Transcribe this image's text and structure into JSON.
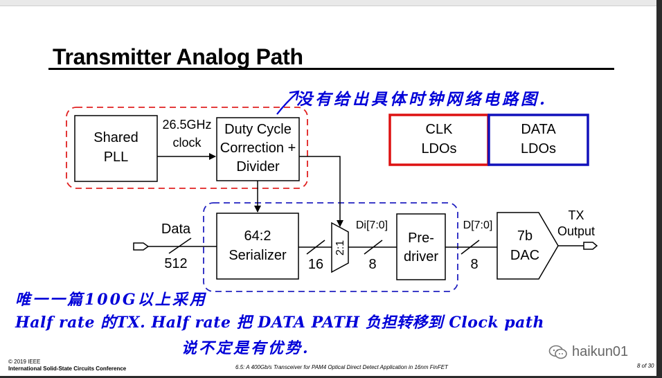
{
  "slide": {
    "title": "Transmitter Analog Path",
    "page": "8 of 30"
  },
  "blocks": {
    "pll_line1": "Shared",
    "pll_line2": "PLL",
    "freq_line1": "26.5GHz",
    "freq_line2": "clock",
    "dcc_line1": "Duty Cycle",
    "dcc_line2": "Correction +",
    "dcc_line3": "Divider",
    "clk_ldo_line1": "CLK",
    "clk_ldo_line2": "LDOs",
    "data_ldo_line1": "DATA",
    "data_ldo_line2": "LDOs",
    "data_in": "Data",
    "bus_512": "512",
    "ser_line1": "64:2",
    "ser_line2": "Serializer",
    "bus_16": "16",
    "mux": "2:1",
    "di_label": "Di[7:0]",
    "bus_8a": "8",
    "pre_line1": "Pre-",
    "pre_line2": "driver",
    "d_label": "D[7:0]",
    "bus_8b": "8",
    "dac_line1": "7b",
    "dac_line2": "DAC",
    "tx_line1": "TX",
    "tx_line2": "Output"
  },
  "annotations": {
    "top_note": "没有给出具体时钟网络电路图.",
    "note_line1": "唯一一篇100G以上采用",
    "note_line2": "Half rate 的TX. Half rate 把 DATA PATH 负担转移到 Clock path",
    "note_line3": "说不定是有优势."
  },
  "footer": {
    "copyright": "© 2019 IEEE",
    "conference": "International Solid-State Circuits Conference",
    "paper": "6.5: A 400Gb/s Transceiver for PAM4 Optical Direct Detect Application in 16nm FinFET"
  },
  "watermark": {
    "icon": "wechat-icon",
    "text": "haikun01"
  },
  "colors": {
    "clk_box": "#dd1111",
    "data_box": "#1111bb",
    "handwriting": "#0000d8",
    "clock_group_dash": "#e02020",
    "data_group_dash": "#2020c0"
  }
}
